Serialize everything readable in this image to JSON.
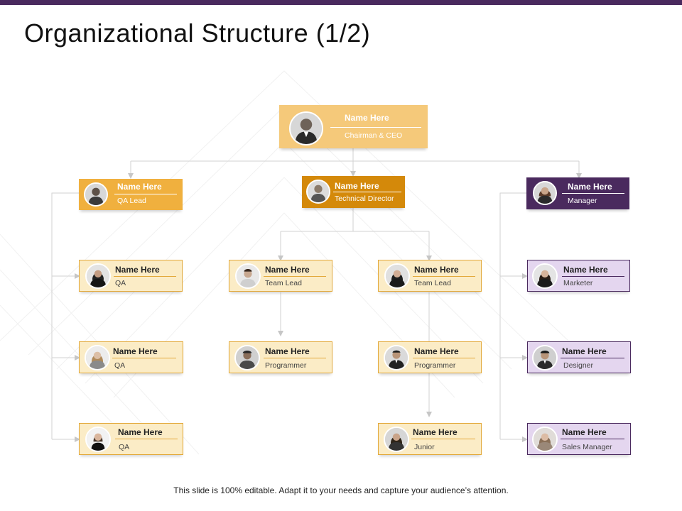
{
  "title": "Organizational Structure (1/2)",
  "footer": "This slide is 100% editable. Adapt it to your needs and capture your audience’s attention.",
  "colors": {
    "accent_purple": "#4a2a5e",
    "gold": "#e3a93a",
    "amber": "#d4890a",
    "light_gold": "#f5c97a",
    "pale_gold": "#fbecc6",
    "lavender": "#e4d6ef"
  },
  "nodes": {
    "ceo": {
      "name": "Name Here",
      "role": "Chairman & CEO"
    },
    "qa_lead": {
      "name": "Name Here",
      "role": "QA Lead"
    },
    "tech_director": {
      "name": "Name Here",
      "role": "Technical Director"
    },
    "manager": {
      "name": "Name Here",
      "role": "Manager"
    },
    "qa1": {
      "name": "Name Here",
      "role": "QA"
    },
    "qa2": {
      "name": "Name Here",
      "role": "QA"
    },
    "qa3": {
      "name": "Name Here",
      "role": "QA"
    },
    "team_lead1": {
      "name": "Name Here",
      "role": "Team Lead"
    },
    "team_lead2": {
      "name": "Name Here",
      "role": "Team Lead"
    },
    "programmer1": {
      "name": "Name Here",
      "role": "Programmer"
    },
    "programmer2": {
      "name": "Name Here",
      "role": "Programmer"
    },
    "junior": {
      "name": "Name Here",
      "role": "Junior"
    },
    "marketer": {
      "name": "Name Here",
      "role": "Marketer"
    },
    "designer": {
      "name": "Name Here",
      "role": "Designer"
    },
    "sales_manager": {
      "name": "Name Here",
      "role": "Sales Manager"
    }
  }
}
